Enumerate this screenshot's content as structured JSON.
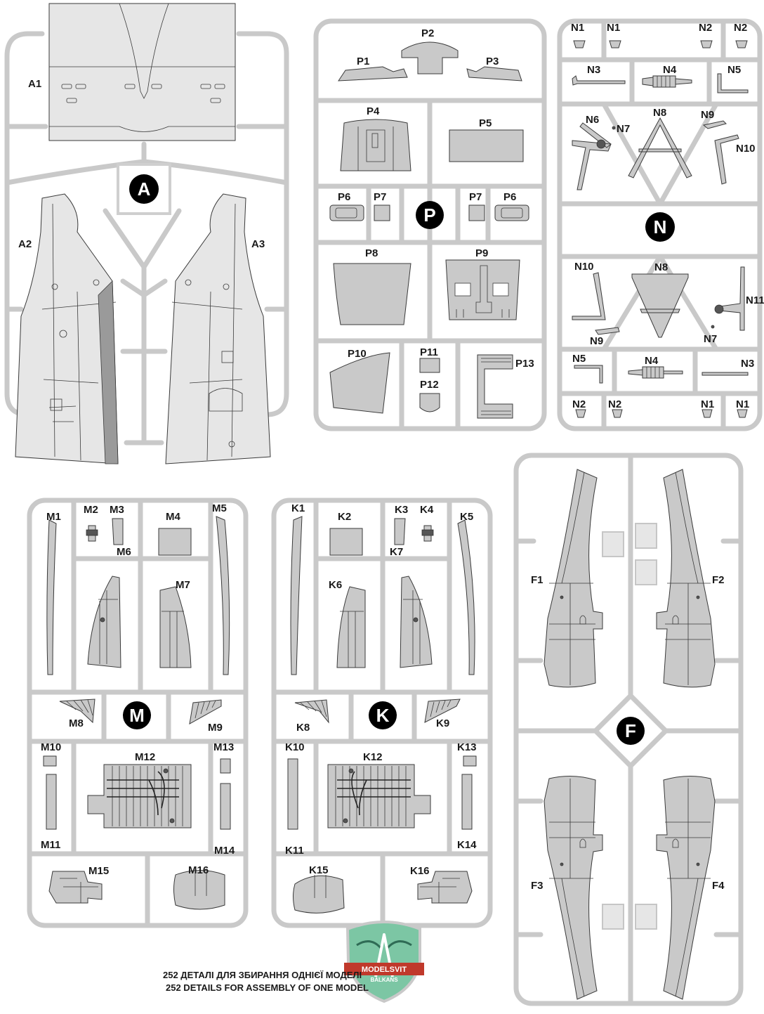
{
  "sprues": {
    "A": {
      "badge": "A",
      "parts": [
        "A1",
        "A2",
        "A3"
      ]
    },
    "P": {
      "badge": "P",
      "parts": [
        "P1",
        "P2",
        "P3",
        "P4",
        "P5",
        "P6",
        "P7",
        "P7",
        "P6",
        "P8",
        "P9",
        "P10",
        "P11",
        "P12",
        "P13"
      ]
    },
    "N": {
      "badge": "N",
      "parts": [
        "N1",
        "N1",
        "N2",
        "N2",
        "N3",
        "N4",
        "N5",
        "N6",
        "N7",
        "N8",
        "N9",
        "N10",
        "N10",
        "N8",
        "N11",
        "N9",
        "N7",
        "N5",
        "N4",
        "N3",
        "N2",
        "N2",
        "N1",
        "N1"
      ]
    },
    "M": {
      "badge": "M",
      "parts": [
        "M1",
        "M2",
        "M3",
        "M4",
        "M5",
        "M6",
        "M7",
        "M8",
        "M9",
        "M10",
        "M12",
        "M13",
        "M11",
        "M14",
        "M15",
        "M16"
      ]
    },
    "K": {
      "badge": "K",
      "parts": [
        "K1",
        "K2",
        "K3",
        "K4",
        "K5",
        "K6",
        "K7",
        "K8",
        "K9",
        "K10",
        "K12",
        "K13",
        "K11",
        "K14",
        "K15",
        "K16"
      ]
    },
    "F": {
      "badge": "F",
      "parts": [
        "F1",
        "F2",
        "F3",
        "F4"
      ]
    }
  },
  "footer": {
    "line_ua": "252 ДЕТАЛІ ДЛЯ ЗБИРАННЯ ОДНІЄЇ МОДЕЛІ",
    "line_en": "252 DETAILS FOR ASSEMBLY OF ONE MODEL"
  },
  "logo": {
    "line1": "MODELSVIT",
    "line2": "BALKANS"
  },
  "colors": {
    "plastic": "#c9c9c9",
    "frame": "#d0d0d0",
    "badge": "#000000",
    "logo_green": "#7cc6a4",
    "logo_red": "#c0392b"
  }
}
